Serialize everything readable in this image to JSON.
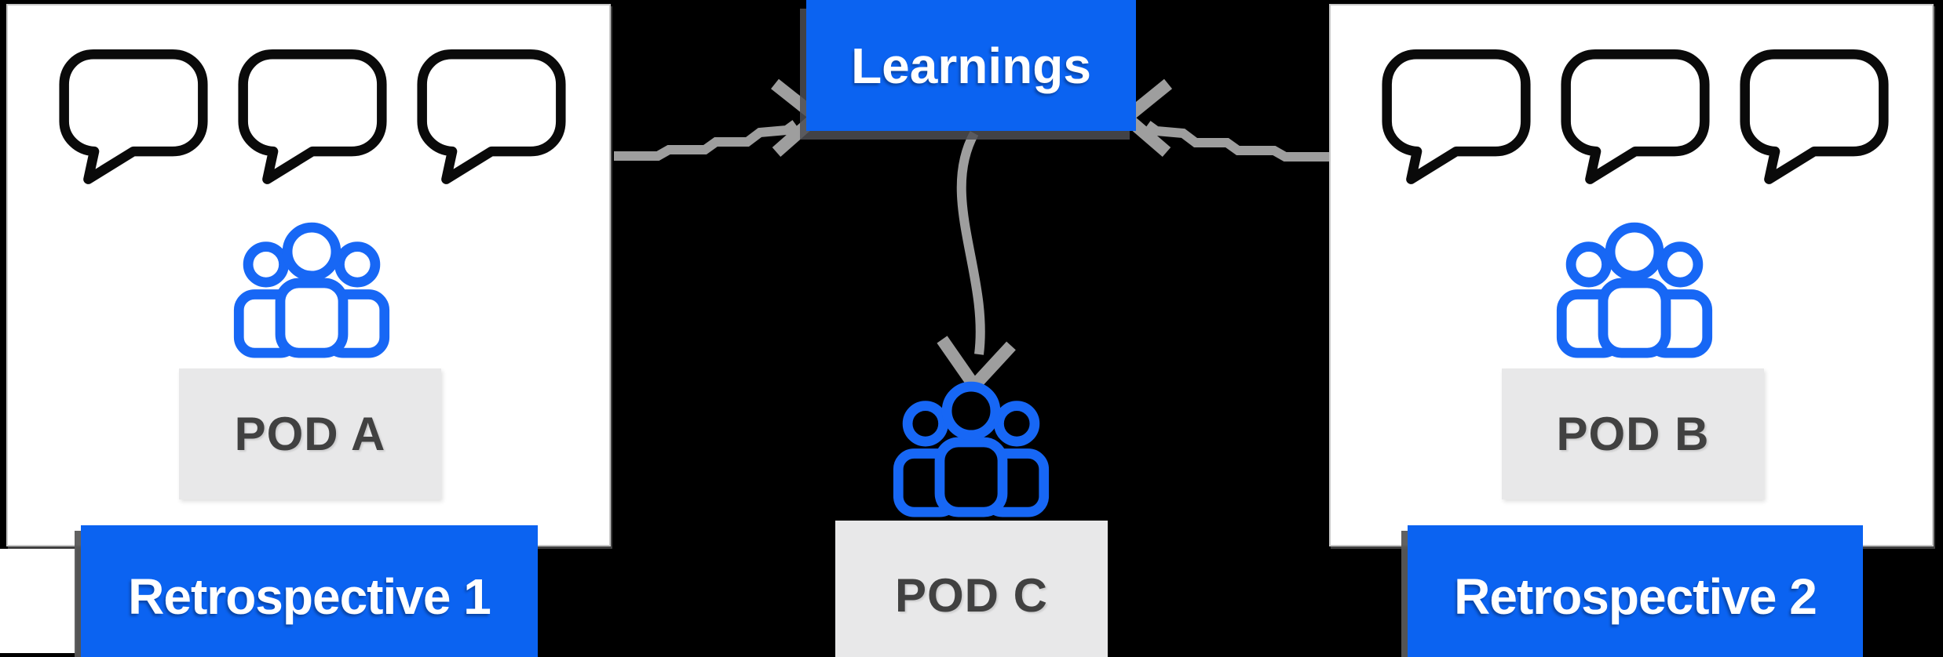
{
  "colors": {
    "background": "#000000",
    "accent_blue": "#0B63F1",
    "icon_blue": "#1767F5",
    "arrow_gray": "#9E9E9E",
    "card_bg": "#FFFFFF",
    "card_border": "#C8C8C8",
    "pod_box_bg": "#E8E8E9",
    "pod_text_color": "#414141"
  },
  "learnings": {
    "label": "Learnings"
  },
  "left": {
    "retro_label": "Retrospective 1",
    "pod_label": "POD A"
  },
  "right": {
    "retro_label": "Retrospective 2",
    "pod_label": "POD B"
  },
  "center": {
    "pod_label": "POD C"
  },
  "icons": {
    "speech_bubble": "speech-bubble-icon",
    "team": "team-group-icon",
    "arrow_left": "curved-arrow-left-to-learnings",
    "arrow_right": "curved-arrow-right-to-learnings",
    "arrow_down": "curved-arrow-learnings-to-pod-c"
  }
}
